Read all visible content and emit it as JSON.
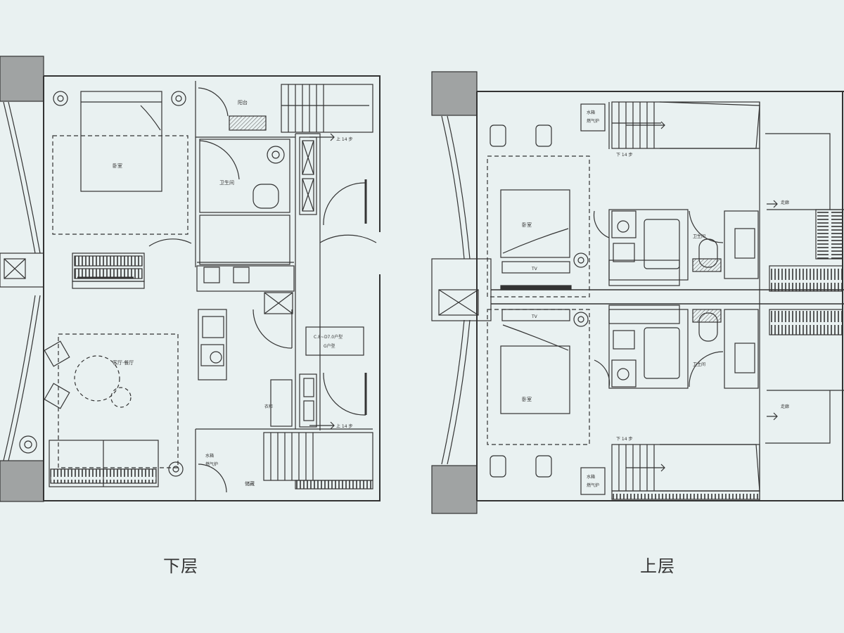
{
  "floors": {
    "lower": {
      "caption": "下层",
      "rooms": {
        "bedroom": "卧室",
        "bathroom": "卫生间",
        "living_dining": "客厅·餐厅",
        "balcony": "阳台",
        "storage": "储藏"
      },
      "fixtures": {
        "water_heater": "水箱",
        "water_heater_2": "燃气炉",
        "stairs_up_top": "上 14 步",
        "stairs_up_bottom": "上 14 步",
        "unit_type_line1": "C.8~D7.0户型",
        "unit_type_line2": "G户型",
        "closet": "衣柜"
      }
    },
    "upper": {
      "caption": "上层",
      "rooms": {
        "bedroom_top": "卧室",
        "bedroom_bottom": "卧室",
        "bathroom_top": "卫生间",
        "bathroom_bottom": "卫生间",
        "corridor_top": "走廊",
        "corridor_bottom": "走廊"
      },
      "fixtures": {
        "water_top": "水箱",
        "water_top_2": "燃气炉",
        "water_bottom": "水箱",
        "water_bottom_2": "燃气炉",
        "stairs_down_top": "下 14 步",
        "stairs_down_bottom": "下 14 步",
        "tv_top": "TV",
        "tv_bottom": "TV"
      }
    }
  },
  "colors": {
    "background": "#e9f1f1",
    "wall": "#333333",
    "column": "#9e9e9e",
    "watermark": "#ffffff"
  }
}
